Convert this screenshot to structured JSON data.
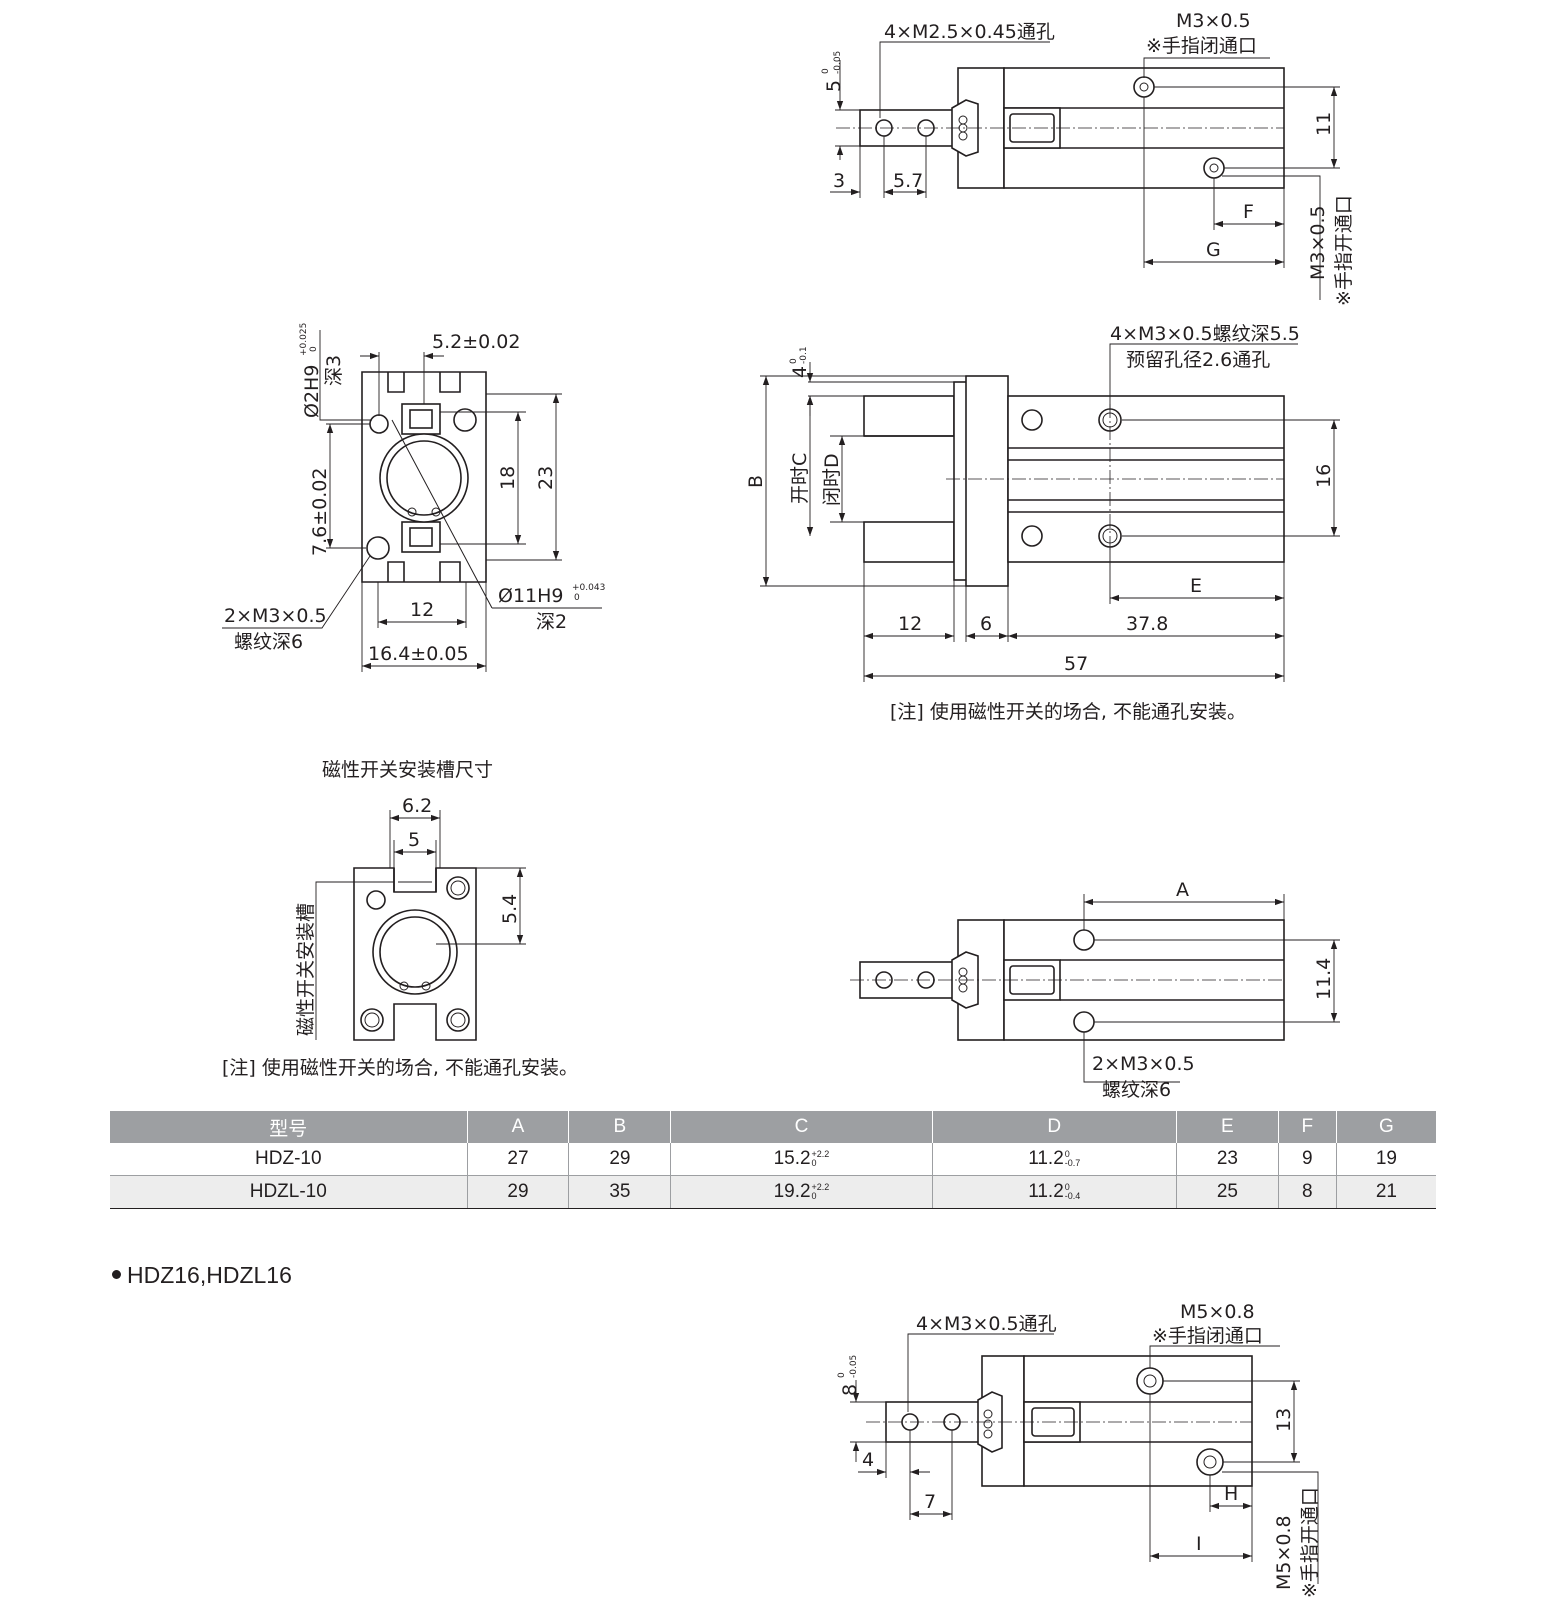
{
  "top_view_10": {
    "thru_hole": "4×M2.5×0.45通孔",
    "port_close_thread": "M3×0.5",
    "port_close_note": "※手指闭通口",
    "port_open_thread": "M3×0.5",
    "port_open_note": "※手指开通口",
    "dim_5": "5",
    "tol_5_up": "0",
    "tol_5_low": "-0.05",
    "dim_3": "3",
    "dim_57": "5.7",
    "dim_11": "11",
    "dim_F": "F",
    "dim_G": "G"
  },
  "end_view_10": {
    "pin_hole": "Ø2H9",
    "pin_tol_up": "+0.025",
    "pin_tol_low": "0",
    "pin_depth": "深3",
    "dim_52": "5.2±0.02",
    "dim_76": "7.6±0.02",
    "dim_18": "18",
    "dim_23": "23",
    "bore": "Ø11H9",
    "bore_tol_up": "+0.043",
    "bore_tol_low": "0",
    "bore_depth": "深2",
    "mount_thread": "2×M3×0.5",
    "mount_depth": "螺纹深6",
    "dim_12": "12",
    "dim_164": "16.4±0.05"
  },
  "side_view_10": {
    "thread_holes": "4×M3×0.5螺纹深5.5",
    "pilot_hole": "预留孔径2.6通孔",
    "dim_4": "4",
    "tol_4_up": "0",
    "tol_4_low": "-0.1",
    "dim_B": "B",
    "open_C": "开时C",
    "close_D": "闭时D",
    "dim_16": "16",
    "dim_E": "E",
    "dim_12": "12",
    "dim_6": "6",
    "dim_378": "37.8",
    "dim_57": "57",
    "note": "[注] 使用磁性开关的场合, 不能通孔安装。"
  },
  "switch_slot_view": {
    "title": "磁性开关安装槽尺寸",
    "dim_62": "6.2",
    "dim_5": "5",
    "dim_54": "5.4",
    "slot_label": "磁性开关安装槽",
    "note": "[注] 使用磁性开关的场合, 不能通孔安装。"
  },
  "bottom_view_10": {
    "dim_A": "A",
    "dim_114": "11.4",
    "mount_thread": "2×M3×0.5",
    "mount_depth": "螺纹深6"
  },
  "spec_table": {
    "headers": [
      "型号",
      "A",
      "B",
      "C",
      "D",
      "E",
      "F",
      "G"
    ],
    "rows": [
      {
        "model": "HDZ-10",
        "A": "27",
        "B": "29",
        "C": "15.2",
        "C_up": "+2.2",
        "C_low": "0",
        "D": "11.2",
        "D_up": "0",
        "D_low": "-0.7",
        "E": "23",
        "F": "9",
        "G": "19"
      },
      {
        "model": "HDZL-10",
        "A": "29",
        "B": "35",
        "C": "19.2",
        "C_up": "+2.2",
        "C_low": "0",
        "D": "11.2",
        "D_up": "0",
        "D_low": "-0.4",
        "E": "25",
        "F": "8",
        "G": "21"
      }
    ]
  },
  "section": {
    "title": "HDZ16,HDZL16"
  },
  "top_view_16": {
    "thru_hole": "4×M3×0.5通孔",
    "port_close_thread": "M5×0.8",
    "port_close_note": "※手指闭通口",
    "port_open_thread": "M5×0.8",
    "port_open_note": "※手指开通口",
    "dim_8": "8",
    "tol_8_up": "0",
    "tol_8_low": "-0.05",
    "dim_4": "4",
    "dim_7": "7",
    "dim_13": "13",
    "dim_H": "H",
    "dim_I": "I"
  }
}
